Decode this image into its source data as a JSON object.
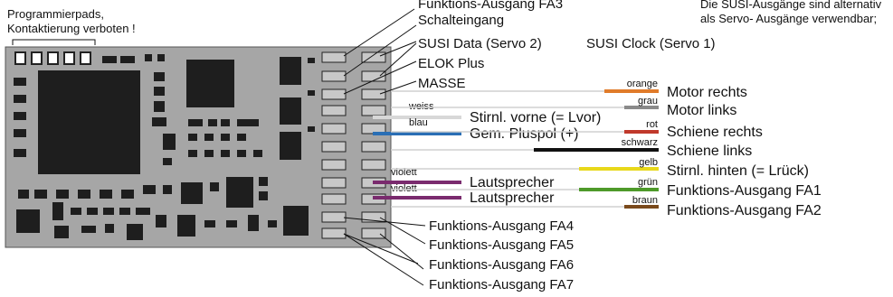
{
  "top_notes": {
    "pads_line1": "Programmierpads,",
    "pads_line2": "Kontaktierung  verboten !",
    "susi_line1": "Die SUSI-Ausgänge sind alternativ",
    "susi_line2": "als Servo- Ausgänge verwendbar;"
  },
  "pad_labels_top": {
    "fa3": "Funktions-Ausgang FA3",
    "schalteingang": "Schalteingang",
    "susi_data": "SUSI Data (Servo 2)",
    "susi_clock": "SUSI Clock (Servo 1)",
    "elok_plus": "ELOK Plus",
    "masse": "MASSE"
  },
  "wires_left": {
    "weiss": {
      "color_label": "weiss",
      "desc": "Stirnl. vorne (= Lvor)",
      "color": "#d8d8d8"
    },
    "blau": {
      "color_label": "blau",
      "desc": "Gem. Pluspol (+)",
      "color": "#2a6fb5"
    },
    "violett1": {
      "color_label": "violett",
      "desc": "Lautsprecher",
      "color": "#7a2b6e"
    },
    "violett2": {
      "color_label": "violett",
      "desc": "Lautsprecher",
      "color": "#7a2b6e"
    }
  },
  "wires_right": {
    "orange": {
      "color_label": "orange",
      "desc": "Motor rechts",
      "color": "#e07b2a"
    },
    "grau": {
      "color_label": "grau",
      "desc": "Motor links",
      "color": "#8a8a8a"
    },
    "rot": {
      "color_label": "rot",
      "desc": "Schiene rechts",
      "color": "#c0392b"
    },
    "schwarz": {
      "color_label": "schwarz",
      "desc": "Schiene links",
      "color": "#111111"
    },
    "gelb": {
      "color_label": "gelb",
      "desc": "Stirnl. hinten (= Lrück)",
      "color": "#e8d81a"
    },
    "gruen": {
      "color_label": "grün",
      "desc": "Funktions-Ausgang FA1",
      "color": "#4e9a2a"
    },
    "braun": {
      "color_label": "braun",
      "desc": "Funktions-Ausgang FA2",
      "color": "#7a4a1c"
    }
  },
  "pad_labels_bottom": {
    "fa4": "Funktions-Ausgang FA4",
    "fa5": "Funktions-Ausgang FA5",
    "fa6": "Funktions-Ausgang FA6",
    "fa7": "Funktions-Ausgang FA7"
  },
  "colors": {
    "board": "#a6a6a6",
    "component": "#1e1e1e",
    "pad": "#c8c8c8"
  }
}
